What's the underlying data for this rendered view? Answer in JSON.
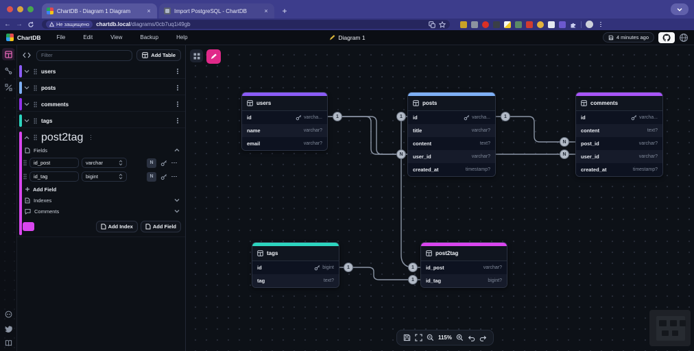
{
  "browser": {
    "tab1": "ChartDB - Diagram 1 Diagram",
    "tab2": "Import PostgreSQL - ChartDB",
    "new_tab_label": "+",
    "security_label": "Не защищено",
    "url_host": "chartdb.local",
    "url_path": "/diagrams/0cb7uq1i49gb"
  },
  "menubar": {
    "brand": "ChartDB",
    "menu_file": "File",
    "menu_edit": "Edit",
    "menu_view": "View",
    "menu_backup": "Backup",
    "menu_help": "Help",
    "diagram_title": "Diagram 1",
    "last_saved": "4 minutes ago"
  },
  "sidebar": {
    "filter_placeholder": "Filter",
    "add_table_label": "Add Table",
    "tables": [
      {
        "name": "users",
        "color": "#8b5cf6"
      },
      {
        "name": "posts",
        "color": "#7eb0f5"
      },
      {
        "name": "comments",
        "color": "#9333ea"
      },
      {
        "name": "tags",
        "color": "#2dd4bf"
      }
    ],
    "expanded": {
      "name": "post2tag",
      "color": "#d946ef",
      "fields_label": "Fields",
      "fields": [
        {
          "name": "id_post",
          "type": "varchar",
          "nullable_label": "N"
        },
        {
          "name": "id_tag",
          "type": "bigint",
          "nullable_label": "N"
        }
      ],
      "add_field_link": "Add Field",
      "indexes_label": "Indexes",
      "comments_label": "Comments",
      "add_index_button": "Add Index",
      "add_field_button": "Add Field"
    }
  },
  "canvas": {
    "zoom_level": "115%",
    "tables": [
      {
        "name": "users",
        "color": "#8b5cf6",
        "fields": [
          {
            "name": "id",
            "type": "varcha..."
          },
          {
            "name": "name",
            "type": "varchar?"
          },
          {
            "name": "email",
            "type": "varchar?"
          }
        ]
      },
      {
        "name": "posts",
        "color": "#7eb0f5",
        "fields": [
          {
            "name": "id",
            "type": "varcha..."
          },
          {
            "name": "title",
            "type": "varchar?"
          },
          {
            "name": "content",
            "type": "text?"
          },
          {
            "name": "user_id",
            "type": "varchar?"
          },
          {
            "name": "created_at",
            "type": "timestamp?"
          }
        ]
      },
      {
        "name": "comments",
        "color": "#a855f7",
        "fields": [
          {
            "name": "id",
            "type": "varcha..."
          },
          {
            "name": "content",
            "type": "text?"
          },
          {
            "name": "post_id",
            "type": "varchar?"
          },
          {
            "name": "user_id",
            "type": "varchar?"
          },
          {
            "name": "created_at",
            "type": "timestamp?"
          }
        ]
      },
      {
        "name": "tags",
        "color": "#2dd4bf",
        "fields": [
          {
            "name": "id",
            "type": "bigint"
          },
          {
            "name": "tag",
            "type": "text?"
          }
        ]
      },
      {
        "name": "post2tag",
        "color": "#d946ef",
        "fields": [
          {
            "name": "id_post",
            "type": "varchar?"
          },
          {
            "name": "id_tag",
            "type": "bigint?"
          }
        ]
      }
    ],
    "cardinality_badges": [
      "1",
      "1",
      "N",
      "1",
      "N",
      "N",
      "1",
      "1",
      "1"
    ]
  }
}
